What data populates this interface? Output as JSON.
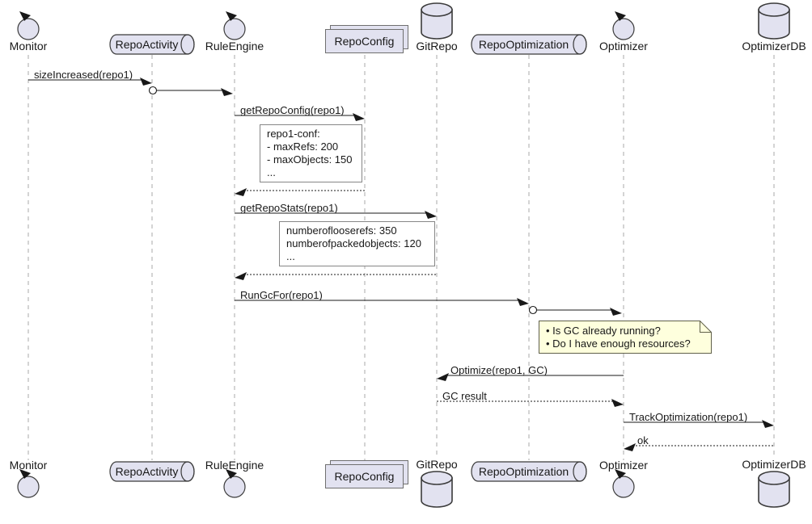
{
  "participants": [
    {
      "label": "Monitor",
      "type": "control"
    },
    {
      "label": "RepoActivity",
      "type": "queue"
    },
    {
      "label": "RuleEngine",
      "type": "control"
    },
    {
      "label": "RepoConfig",
      "type": "collections"
    },
    {
      "label": "GitRepo",
      "type": "database"
    },
    {
      "label": "RepoOptimization",
      "type": "queue"
    },
    {
      "label": "Optimizer",
      "type": "control"
    },
    {
      "label": "OptimizerDB",
      "type": "database"
    }
  ],
  "messages": [
    {
      "label": "sizeIncreased(repo1)",
      "from": "Monitor",
      "to": "RepoActivity",
      "style": "solid"
    },
    {
      "label": "",
      "from": "RepoActivity",
      "to": "RuleEngine",
      "style": "solid-circle-start"
    },
    {
      "label": "getRepoConfig(repo1)",
      "from": "RuleEngine",
      "to": "RepoConfig",
      "style": "solid"
    },
    {
      "label": "",
      "from": "RepoConfig",
      "to": "RuleEngine",
      "style": "dashed-return"
    },
    {
      "label": "getRepoStats(repo1)",
      "from": "RuleEngine",
      "to": "GitRepo",
      "style": "solid"
    },
    {
      "label": "",
      "from": "GitRepo",
      "to": "RuleEngine",
      "style": "dashed-return"
    },
    {
      "label": "RunGcFor(repo1)",
      "from": "RuleEngine",
      "to": "RepoOptimization",
      "style": "solid"
    },
    {
      "label": "",
      "from": "RepoOptimization",
      "to": "Optimizer",
      "style": "solid-circle-start"
    },
    {
      "label": "Optimize(repo1, GC)",
      "from": "Optimizer",
      "to": "GitRepo",
      "style": "solid"
    },
    {
      "label": "GC result",
      "from": "GitRepo",
      "to": "Optimizer",
      "style": "dashed"
    },
    {
      "label": "TrackOptimization(repo1)",
      "from": "Optimizer",
      "to": "OptimizerDB",
      "style": "solid"
    },
    {
      "label": "ok",
      "from": "OptimizerDB",
      "to": "Optimizer",
      "style": "dashed"
    }
  ],
  "boxes": {
    "repo_config_result": {
      "lines": [
        "repo1-conf:",
        "- maxRefs: 200",
        "- maxObjects: 150",
        "..."
      ]
    },
    "repo_stats_result": {
      "lines": [
        "numberoflooserefs: 350",
        "numberofpackedobjects: 120",
        "..."
      ]
    }
  },
  "note": {
    "lines": [
      "Is GC already running?",
      "Do I have enough resources?"
    ]
  },
  "colors": {
    "shape_fill": "#E2E2F0",
    "shape_border": "#3B3B3B",
    "arrow": "#181818",
    "lifeline": "#A8A8A8",
    "note_fill": "#FEFFDD",
    "note_border": "#60604A",
    "result_box_bg": "#FFFFFF",
    "result_box_border": "#868686",
    "background": "#FFFFFF"
  }
}
